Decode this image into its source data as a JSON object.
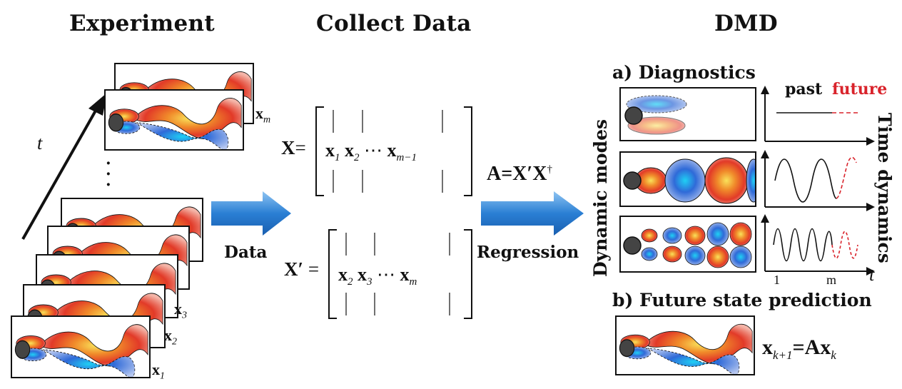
{
  "headings": {
    "experiment": "Experiment",
    "collect": "Collect Data",
    "dmd": "DMD"
  },
  "experiment": {
    "time_axis_label": "t",
    "ellipsis": "·\n·\n·",
    "snapshots": [
      {
        "vec": "x",
        "sub": "m"
      },
      {
        "vec": "x",
        "sub": "3"
      },
      {
        "vec": "x",
        "sub": "2"
      },
      {
        "vec": "x",
        "sub": "1"
      }
    ]
  },
  "arrows": {
    "data_label": "Data",
    "regression_label": "Regression"
  },
  "matrices": {
    "X": {
      "name": "X",
      "equals": "=",
      "cols": [
        {
          "vec": "x",
          "sub": "1"
        },
        {
          "vec": "x",
          "sub": "2"
        },
        {
          "vec": "⋯",
          "sub": ""
        },
        {
          "vec": "x",
          "sub": "m−1"
        }
      ]
    },
    "Xp": {
      "name": "X′",
      "equals": "=",
      "cols": [
        {
          "vec": "x",
          "sub": "2"
        },
        {
          "vec": "x",
          "sub": "3"
        },
        {
          "vec": "⋯",
          "sub": ""
        },
        {
          "vec": "x",
          "sub": "m"
        }
      ]
    },
    "regression_eq": "A=X′X",
    "regression_eq_sup": "†"
  },
  "dmd": {
    "diagnostics_title": "a) Diagnostics",
    "dynamic_modes_label": "Dynamic modes",
    "time_dynamics_label": "Time dynamics",
    "past_label": "past",
    "future_label": "future",
    "tick_1": "1",
    "tick_m": "m",
    "t_axis": "t",
    "prediction_title": "b) Future state prediction",
    "prediction_eq_lhs": "x",
    "prediction_eq_lhs_sub": "k+1",
    "prediction_eq_mid": "=Ax",
    "prediction_eq_rhs_sub": "k"
  },
  "colors": {
    "arrow_blue": "#2a7fd4",
    "future_red": "#d9232b",
    "vortex_red": "#e2392a",
    "vortex_blue": "#2f5fd6",
    "cyan": "#19c6f0",
    "yellow": "#f7e23a"
  }
}
